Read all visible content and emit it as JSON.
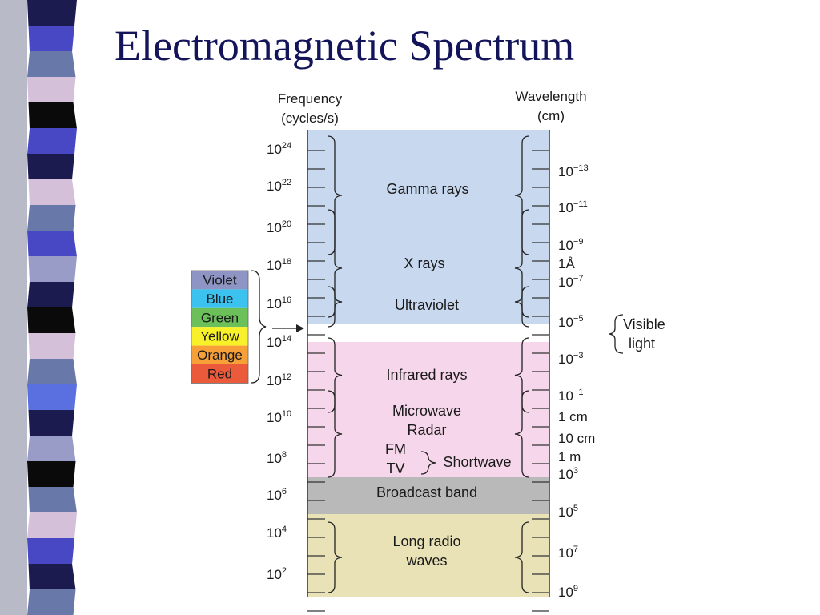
{
  "slide": {
    "title": "Electromagnetic Spectrum"
  },
  "colors": {
    "title": "#14145a",
    "gamma_to_uv_band": "#c8d8ee",
    "visible_band": "#ffffff",
    "infrared_to_tv_band": "#f6d6ea",
    "broadcast_band": "#b9b9b9",
    "long_radio_band": "#e8e2b6",
    "strip_palette": [
      "#1b1b50",
      "#4848c4",
      "#6878a8",
      "#d4c0d8",
      "#0a0a0a",
      "#5a70e0",
      "#9a9cc8"
    ]
  },
  "chart": {
    "frequency_header": [
      "Frequency",
      "(cycles/s)"
    ],
    "wavelength_header": [
      "Wavelength",
      "(cm)"
    ],
    "frequency_ticks": [
      {
        "base": "10",
        "exp": "24"
      },
      {
        "base": "10",
        "exp": "22"
      },
      {
        "base": "10",
        "exp": "20"
      },
      {
        "base": "10",
        "exp": "18"
      },
      {
        "base": "10",
        "exp": "16"
      },
      {
        "base": "10",
        "exp": "14"
      },
      {
        "base": "10",
        "exp": "12"
      },
      {
        "base": "10",
        "exp": "10"
      },
      {
        "base": "10",
        "exp": "8"
      },
      {
        "base": "10",
        "exp": "6"
      },
      {
        "base": "10",
        "exp": "4"
      },
      {
        "base": "10",
        "exp": "2"
      }
    ],
    "wavelength_ticks": [
      {
        "base": "10",
        "exp": "−13"
      },
      {
        "base": "10",
        "exp": "−11"
      },
      {
        "base": "10",
        "exp": "−9"
      },
      {
        "base": "1Å",
        "exp": ""
      },
      {
        "base": "10",
        "exp": "−7"
      },
      {
        "base": "10",
        "exp": "−5"
      },
      {
        "base": "10",
        "exp": "−3"
      },
      {
        "base": "10",
        "exp": "−1"
      },
      {
        "base": "1 cm",
        "exp": ""
      },
      {
        "base": "10 cm",
        "exp": ""
      },
      {
        "base": "1 m",
        "exp": ""
      },
      {
        "base": "10",
        "exp": "3"
      },
      {
        "base": "10",
        "exp": "5"
      },
      {
        "base": "10",
        "exp": "7"
      },
      {
        "base": "10",
        "exp": "9"
      }
    ],
    "regions": {
      "gamma": "Gamma rays",
      "xray": "X rays",
      "uv": "Ultraviolet",
      "ir": "Infrared rays",
      "microwave": [
        "Microwave",
        "Radar"
      ],
      "fm": "FM",
      "tv": "TV",
      "shortwave": "Shortwave",
      "broadcast": "Broadcast band",
      "longradio": [
        "Long radio",
        "waves"
      ]
    },
    "visible_label": [
      "Visible",
      "light"
    ],
    "visible_colors": [
      {
        "name": "Violet",
        "color": "#8e94c4"
      },
      {
        "name": "Blue",
        "color": "#3cc2ee"
      },
      {
        "name": "Green",
        "color": "#6cc05a"
      },
      {
        "name": "Yellow",
        "color": "#f8f028"
      },
      {
        "name": "Orange",
        "color": "#f8a038"
      },
      {
        "name": "Red",
        "color": "#ec5a3c"
      }
    ]
  }
}
